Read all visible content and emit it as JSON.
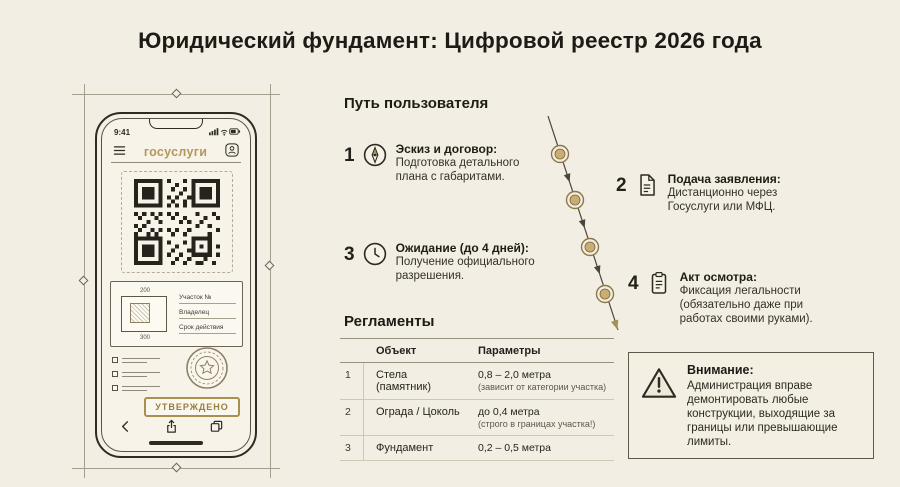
{
  "page": {
    "title_regular": "Юридический фундамент: ",
    "title_bold": "Цифровой реестр 2026 года"
  },
  "phone": {
    "time": "9:41",
    "app_name": "госуслуги",
    "doc": {
      "dim_top": "200",
      "dim_bottom": "300",
      "fields": [
        "Участок №",
        "Владелец",
        "Срок действия"
      ]
    },
    "approved_label": "УТВЕРЖДЕНО"
  },
  "journey": {
    "heading": "Путь пользователя",
    "steps": [
      {
        "num": "1",
        "icon": "compass-icon",
        "title": "Эскиз и договор:",
        "text": "Подготовка детального плана с габаритами."
      },
      {
        "num": "2",
        "icon": "application-document-icon",
        "title": "Подача заявления:",
        "text": "Дистанционно через Госуслуги или МФЦ."
      },
      {
        "num": "3",
        "icon": "clock-icon",
        "title": "Ожидание (до 4 дней):",
        "text": "Получение официального разрешения."
      },
      {
        "num": "4",
        "icon": "inspection-clipboard-icon",
        "title": "Акт осмотра:",
        "text": "Фиксация легальности (обязательно даже при работах своими руками)."
      }
    ]
  },
  "regulations": {
    "heading": "Регламенты",
    "columns": [
      "Объект",
      "Параметры"
    ],
    "rows": [
      {
        "num": "1",
        "object": "Стела (памятник)",
        "params_main": "0,8 – 2,0 метра",
        "params_note": "(зависит от категории участка)"
      },
      {
        "num": "2",
        "object": "Ограда / Цоколь",
        "params_main": "до 0,4 метра",
        "params_note": "(строго в границах участка!)"
      },
      {
        "num": "3",
        "object": "Фундамент",
        "params_main": "0,2 – 0,5 метра",
        "params_note": ""
      }
    ]
  },
  "warning": {
    "title": "Внимание:",
    "text": "Администрация вправе демонтировать любые конструкции, выходящие за границы или превышающие лимиты."
  },
  "colors": {
    "background": "#f2eee3",
    "ink": "#2e2b24",
    "accent_gold": "#b2985f",
    "node_fill": "#c9ad72",
    "timeline_line": "#4a463c"
  }
}
